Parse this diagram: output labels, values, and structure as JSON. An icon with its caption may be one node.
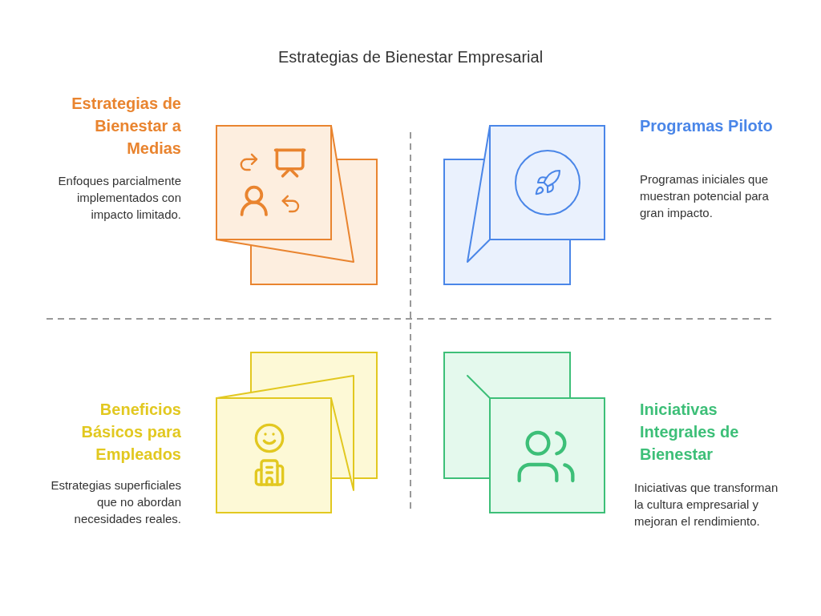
{
  "diagram": {
    "title": "Estrategias de Bienestar Empresarial",
    "nodes": [
      {
        "text": [
          "Estrategias de Bienestar a Medias",
          "Enfoques parcialmente implementados con impacto limitado."
        ]
      },
      {
        "text": [
          "Programas Piloto",
          "Programas iniciales que muestran potencial para gran impacto."
        ]
      },
      {
        "text": [
          "Beneficios Básicos para Empleados",
          "Estrategias superficiales que no abordan necesidades reales."
        ]
      },
      {
        "text": [
          "Iniciativas Integrales de Bienestar",
          "Iniciativas que transforman la cultura empresarial y mejoran el rendimiento."
        ]
      }
    ]
  }
}
